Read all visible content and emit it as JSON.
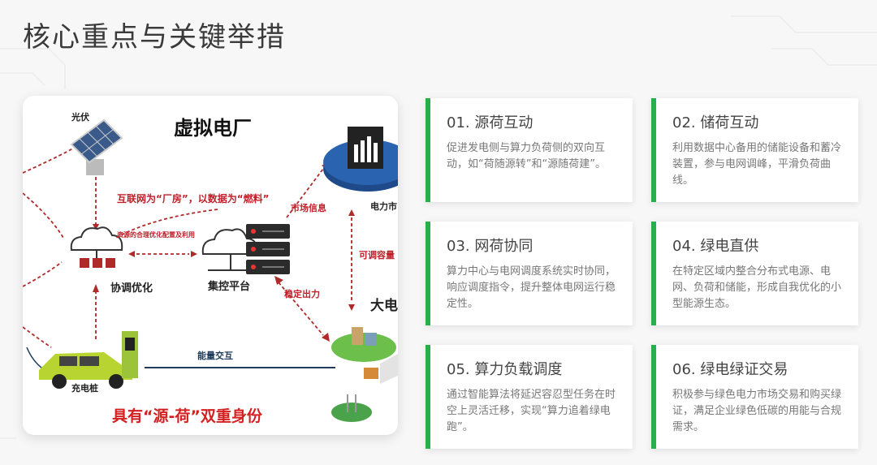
{
  "page": {
    "title": "核心重点与关键举措"
  },
  "diagram": {
    "title": "虚拟电厂",
    "pv": "光伏",
    "grid": "电力市",
    "internet_text": "互联网为“厂房”，以数据为“燃料”",
    "market_info": "市场信息",
    "adjustable": "可调容量",
    "resource_opt": "资源的合理优化配置及利用",
    "coordination": "协调优化",
    "central": "集控平台",
    "stable_output": "稳定出力",
    "big_grid": "大电",
    "energy_exchange": "能量交互",
    "charging_pile": "充电桩",
    "bottom_caption": "具有“源-荷”双重身份"
  },
  "cards": [
    {
      "title": "01. 源荷互动",
      "body": "促进发电侧与算力负荷侧的双向互动，如“荷随源转”和“源随荷建”。"
    },
    {
      "title": "02. 储荷互动",
      "body": "利用数据中心备用的储能设备和蓄冷装置，参与电网调峰，平滑负荷曲线。"
    },
    {
      "title": "03. 网荷协同",
      "body": "算力中心与电网调度系统实时协同，响应调度指令，提升整体电网运行稳定性。"
    },
    {
      "title": "04. 绿电直供",
      "body": "在特定区域内整合分布式电源、电网、负荷和储能，形成自我优化的小型能源生态。"
    },
    {
      "title": "05. 算力负载调度",
      "body": "通过智能算法将延迟容忍型任务在时空上灵活迁移，实现“算力追着绿电跑”。"
    },
    {
      "title": "06. 绿电绿证交易",
      "body": "积极参与绿色电力市场交易和购买绿证，满足企业绿色低碳的用能与合规需求。"
    }
  ],
  "colors": {
    "accent": "#26b04a",
    "arrow": "#b02a2a",
    "label_red": "#c0202a",
    "title_red": "#d42020"
  }
}
